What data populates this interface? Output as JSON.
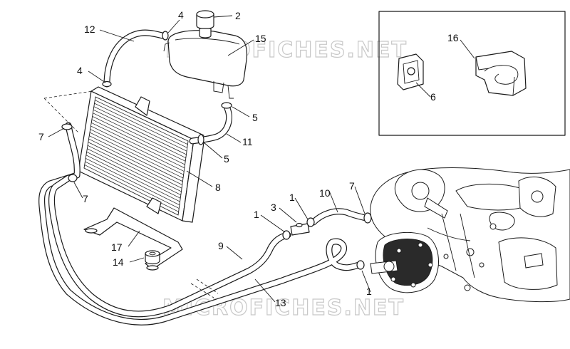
{
  "watermark": "MICROFICHES.NET",
  "colors": {
    "line": "#1a1a1a",
    "background": "#ffffff",
    "watermark": "#c8c8c8"
  },
  "callouts": [
    {
      "id": "c2",
      "text": "2"
    },
    {
      "id": "c4a",
      "text": "4"
    },
    {
      "id": "c12",
      "text": "12"
    },
    {
      "id": "c15",
      "text": "15"
    },
    {
      "id": "c4b",
      "text": "4"
    },
    {
      "id": "c7a",
      "text": "7"
    },
    {
      "id": "c5a",
      "text": "5"
    },
    {
      "id": "c11",
      "text": "11"
    },
    {
      "id": "c5b",
      "text": "5"
    },
    {
      "id": "c8",
      "text": "8"
    },
    {
      "id": "c7b",
      "text": "7"
    },
    {
      "id": "c17",
      "text": "17"
    },
    {
      "id": "c14",
      "text": "14"
    },
    {
      "id": "c9",
      "text": "9"
    },
    {
      "id": "c13",
      "text": "13"
    },
    {
      "id": "c1a",
      "text": "1"
    },
    {
      "id": "c3",
      "text": "3"
    },
    {
      "id": "c1b",
      "text": "1"
    },
    {
      "id": "c10",
      "text": "10"
    },
    {
      "id": "c7c",
      "text": "7"
    },
    {
      "id": "c1c",
      "text": "1"
    },
    {
      "id": "c16",
      "text": "16"
    },
    {
      "id": "c6",
      "text": "6"
    }
  ]
}
